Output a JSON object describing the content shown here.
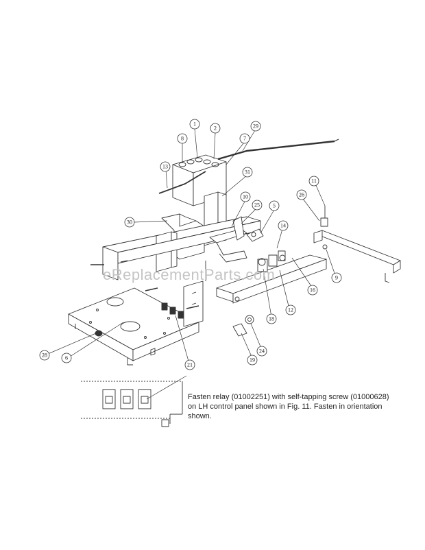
{
  "watermark": "eReplacementParts.com",
  "note": {
    "line1": "Fasten relay (01002251) with self-tapping screw (01000628)",
    "line2": "on LH control panel shown in Fig. 11. Fasten in orientation",
    "line3": "shown."
  },
  "callouts": [
    {
      "id": "c1",
      "label": "1"
    },
    {
      "id": "c2",
      "label": "2"
    },
    {
      "id": "c29",
      "label": "29"
    },
    {
      "id": "c8",
      "label": "8"
    },
    {
      "id": "c7",
      "label": "7"
    },
    {
      "id": "c13",
      "label": "13"
    },
    {
      "id": "c31",
      "label": "31"
    },
    {
      "id": "c11",
      "label": "11"
    },
    {
      "id": "c26",
      "label": "26"
    },
    {
      "id": "c10",
      "label": "10"
    },
    {
      "id": "c25",
      "label": "25"
    },
    {
      "id": "c5",
      "label": "5"
    },
    {
      "id": "c30",
      "label": "30"
    },
    {
      "id": "c14",
      "label": "14"
    },
    {
      "id": "c9",
      "label": "9"
    },
    {
      "id": "c12",
      "label": "12"
    },
    {
      "id": "c16",
      "label": "16"
    },
    {
      "id": "c18",
      "label": "18"
    },
    {
      "id": "c24",
      "label": "24"
    },
    {
      "id": "c19",
      "label": "19"
    },
    {
      "id": "c28",
      "label": "28"
    },
    {
      "id": "c6",
      "label": "6"
    },
    {
      "id": "c21",
      "label": "21"
    }
  ]
}
